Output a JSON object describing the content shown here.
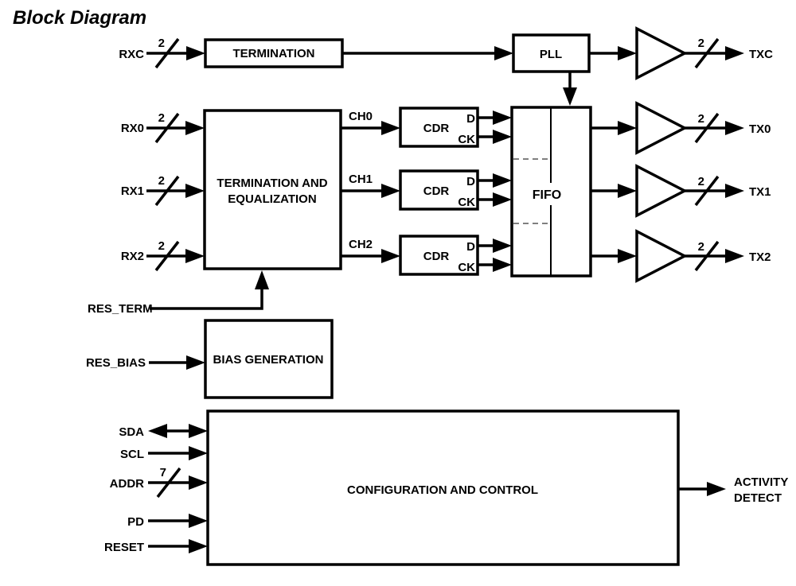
{
  "title": "Block Diagram",
  "ink_color": "#000000",
  "background_color": "#ffffff",
  "clock_path": {
    "input_label": "RXC",
    "input_bus_width": "2",
    "termination_label": "TERMINATION",
    "pll_label": "PLL",
    "output_bus_width": "2",
    "output_label": "TXC"
  },
  "equalizer": {
    "label_line1": "TERMINATION AND",
    "label_line2": "EQUALIZATION"
  },
  "channels": [
    {
      "input_label": "RX0",
      "input_bus_width": "2",
      "ch_label": "CH0",
      "cdr_label": "CDR",
      "d_label": "D",
      "ck_label": "CK",
      "output_bus_width": "2",
      "output_label": "TX0"
    },
    {
      "input_label": "RX1",
      "input_bus_width": "2",
      "ch_label": "CH1",
      "cdr_label": "CDR",
      "d_label": "D",
      "ck_label": "CK",
      "output_bus_width": "2",
      "output_label": "TX1"
    },
    {
      "input_label": "RX2",
      "input_bus_width": "2",
      "ch_label": "CH2",
      "cdr_label": "CDR",
      "d_label": "D",
      "ck_label": "CK",
      "output_bus_width": "2",
      "output_label": "TX2"
    }
  ],
  "fifo": {
    "label": "FIFO"
  },
  "res_term": {
    "label": "RES_TERM"
  },
  "bias": {
    "input_label": "RES_BIAS",
    "label": "BIAS GENERATION"
  },
  "config": {
    "label": "CONFIGURATION AND CONTROL",
    "sda_label": "SDA",
    "scl_label": "SCL",
    "addr_label": "ADDR",
    "addr_bus_width": "7",
    "pd_label": "PD",
    "reset_label": "RESET",
    "output_label_line1": "ACTIVITY",
    "output_label_line2": "DETECT"
  }
}
